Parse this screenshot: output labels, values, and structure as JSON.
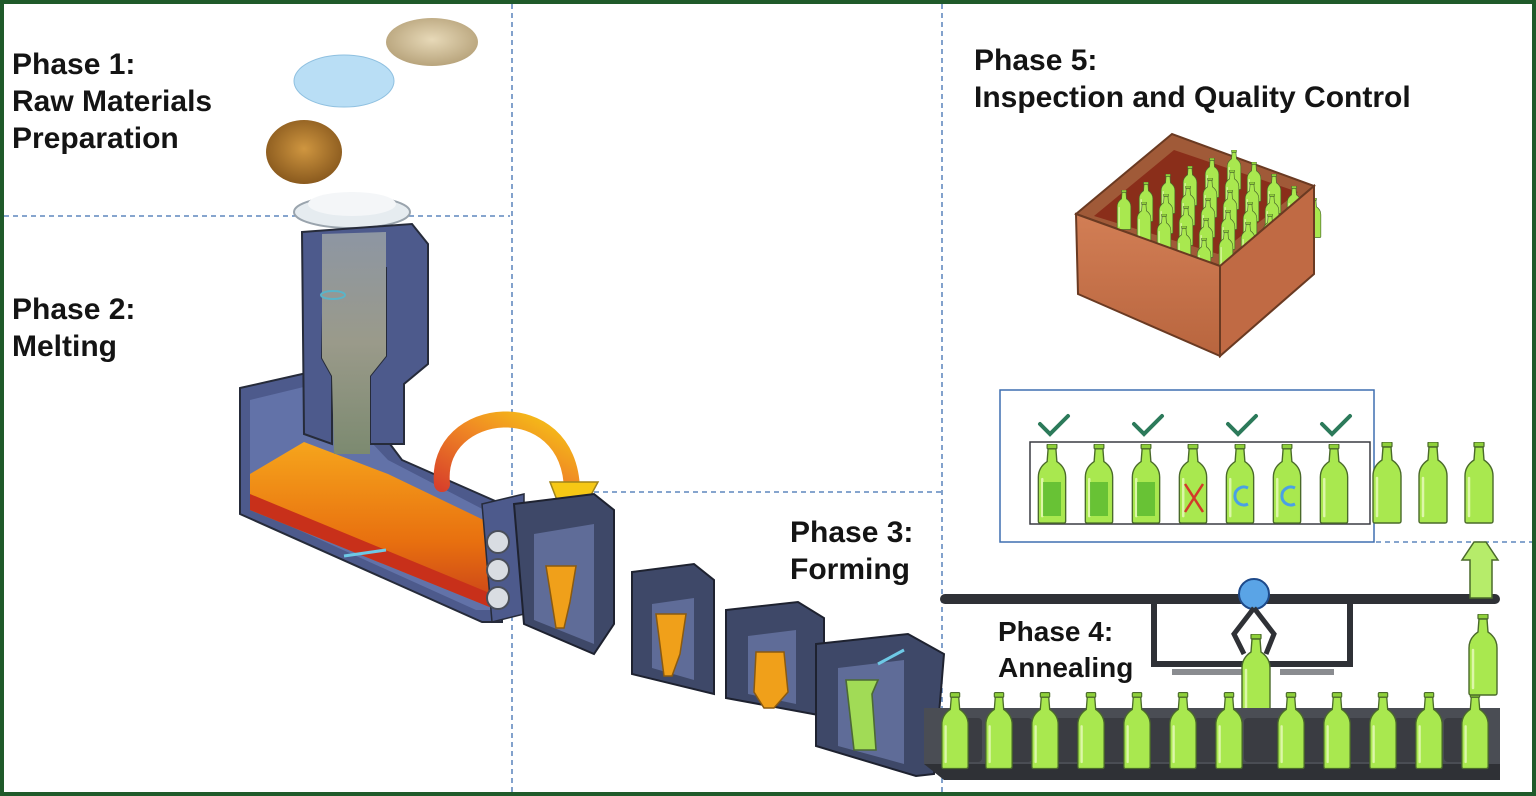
{
  "diagram": {
    "phases": [
      {
        "id": "phase1",
        "title": "Phase 1:",
        "lines": [
          "Raw Materials",
          "Preparation"
        ]
      },
      {
        "id": "phase2",
        "title": "Phase 2:",
        "lines": [
          "Melting"
        ]
      },
      {
        "id": "phase3",
        "title": "Phase 3:",
        "lines": [
          "Forming"
        ]
      },
      {
        "id": "phase4",
        "title": "Phase 4:",
        "lines": [
          "Annealing"
        ]
      },
      {
        "id": "phase5",
        "title": "Phase 5:",
        "lines": [
          "Inspection and Quality Control"
        ]
      }
    ],
    "inspection_results": [
      "pass",
      "none",
      "pass",
      "fail",
      "pass",
      "none",
      "pass"
    ],
    "colors": {
      "frame": "#1f5a2a",
      "furnace_steel": "#5b6a9c",
      "molten_glass": "#e8700f",
      "arrow_start": "#d8402a",
      "arrow_end": "#f6c815",
      "bottle_green": "#a9e84f",
      "crate": "#c8724a",
      "check_mark": "#2c7a5a",
      "reject_mark": "#d23a2a",
      "divider": "#3f6fb0"
    }
  }
}
